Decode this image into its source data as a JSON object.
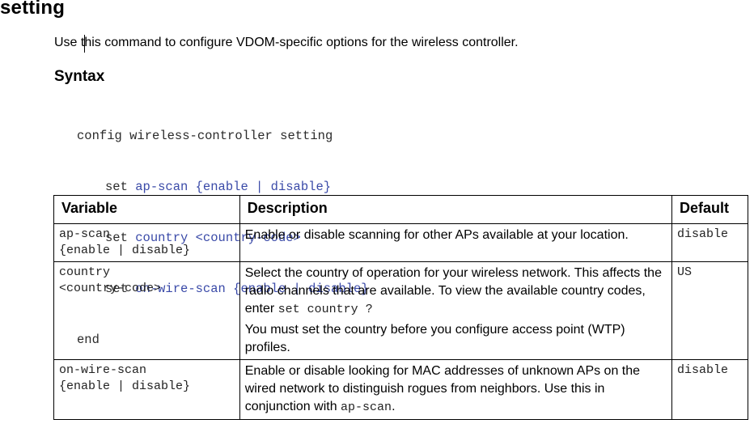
{
  "title": "setting",
  "intro": "Use this command to configure VDOM-specific options for the wireless controller.",
  "syntax_heading": "Syntax",
  "code": {
    "line1": "config wireless-controller setting",
    "line2_kw": "set",
    "line2_arg": "ap-scan {enable | disable}",
    "line3_kw": "set",
    "line3_arg": "country <country-code>",
    "line4_kw": "set",
    "line4_arg": "on-wire-scan {enable | disable}",
    "line5": "end"
  },
  "table": {
    "headers": [
      "Variable",
      "Description",
      "Default"
    ],
    "rows": [
      {
        "variable_line1": "ap-scan",
        "variable_line2": "{enable | disable}",
        "description": "Enable or disable scanning for other APs available at your location.",
        "default": "disable"
      },
      {
        "variable_line1": "country",
        "variable_line2": "<country-code>",
        "description_part1": "Select the country of operation for your wireless network. This affects the radio channels that are available. To view the available country codes, enter ",
        "description_code": "set country ?",
        "description_para2": "You must set the country before you configure access point (WTP) profiles.",
        "default": "US"
      },
      {
        "variable_line1": "on-wire-scan",
        "variable_line2": "{enable | disable}",
        "description_part1": "Enable or disable looking for MAC addresses of unknown APs on the wired network to distinguish rogues from neighbors. Use this in conjunction with ",
        "description_code": "ap-scan",
        "description_part2": ".",
        "default": "disable"
      }
    ]
  }
}
